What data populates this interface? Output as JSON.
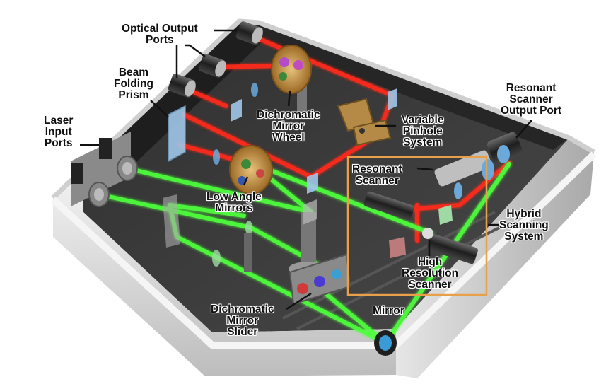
{
  "labels": {
    "optical_output_ports": [
      "Optical Output",
      "Ports"
    ],
    "beam_folding_prism": [
      "Beam",
      "Folding",
      "Prism"
    ],
    "laser_input_ports": [
      "Laser",
      "Input",
      "Ports"
    ],
    "dichromatic_mirror_wheel": [
      "Dichromatic",
      "Mirror",
      "Wheel"
    ],
    "variable_pinhole_system": [
      "Variable",
      "Pinhole",
      "System"
    ],
    "resonant_scanner_output_port": [
      "Resonant",
      "Scanner",
      "Output Port"
    ],
    "resonant_scanner": [
      "Resonant",
      "Scanner"
    ],
    "low_angle_mirrors": [
      "Low Angle",
      "Mirrors"
    ],
    "hybrid_scanning_system": [
      "Hybrid",
      "Scanning",
      "System"
    ],
    "high_resolution_scanner": [
      "High",
      "Resolution",
      "Scanner"
    ],
    "dichromatic_mirror_slider": [
      "Dichromatic",
      "Mirror",
      "Slider"
    ],
    "mirror": [
      "Mirror"
    ]
  },
  "colors": {
    "red_beam": "#ff2a1a",
    "green_beam": "#4dff3a",
    "highlight_box": "#e8a04a",
    "housing": "#dcdcdc",
    "floor": "#3a3a3a"
  }
}
